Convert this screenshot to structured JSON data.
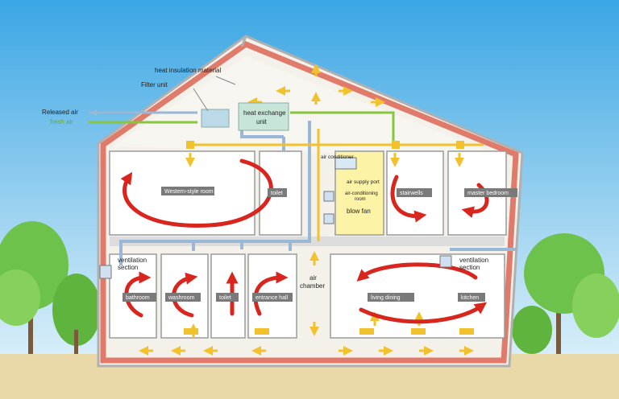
{
  "labels": {
    "heat_insulation": "heat insulation material",
    "filter_unit": "Filter unit",
    "released_air": "Released air",
    "fresh_air": "fresh air",
    "heat_exchange": "heat exchange",
    "unit": "unit",
    "air_conditioner": "air conditioner",
    "air_supply_port": "air supply port",
    "ac_room_1": "air-conditioning",
    "ac_room_2": "room",
    "blow_fan": "blow fan",
    "ventilation": "ventilation",
    "section": "section",
    "air": "air",
    "chamber": "chamber"
  },
  "rooms": {
    "western": "Western-style room",
    "toilet_up": "toilet",
    "stairwells": "stairwells",
    "master": "master bedroom",
    "bathroom": "bathroom",
    "washroom": "washroom",
    "toilet_down": "toilet",
    "entrance": "entrance hall",
    "living": "living dining",
    "kitchen": "kitchen"
  },
  "colors": {
    "sky_top": "#4fb0e6",
    "wall": "#e07a6a",
    "duct": "#9ab7d6",
    "fresh_air": "#88c540",
    "supply": "#f2c22e",
    "circulation": "#d8261f",
    "ground": "#e9d9a8"
  }
}
